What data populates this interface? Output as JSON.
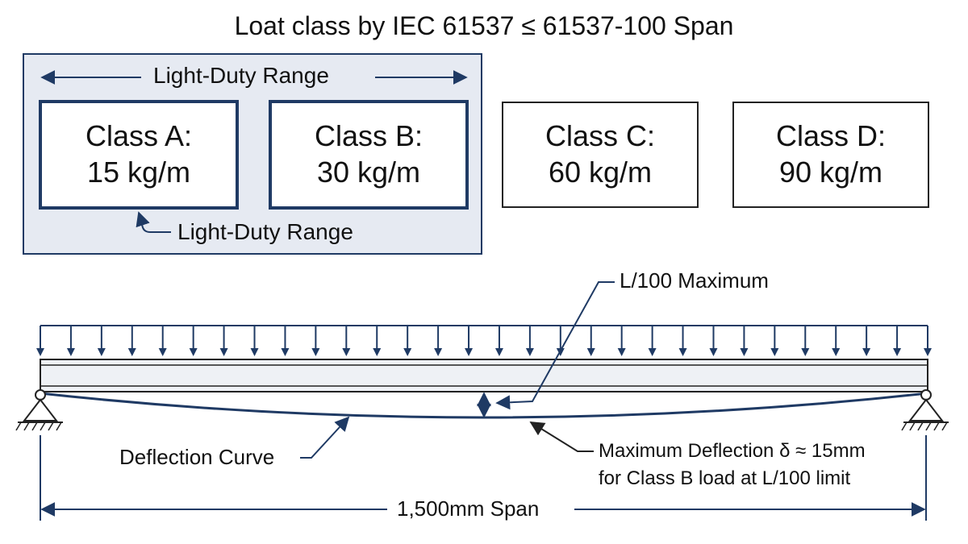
{
  "title": "Loat class by IEC 61537 ≤ 61537-100 Span",
  "light_range": {
    "top_label": "Light-Duty Range",
    "bottom_label": "Light-Duty Range"
  },
  "classes": [
    {
      "name": "Class A:",
      "load": "15 kg/m"
    },
    {
      "name": "Class B:",
      "load": "30 kg/m"
    },
    {
      "name": "Class C:",
      "load": "60 kg/m"
    },
    {
      "name": "Class D:",
      "load": "90 kg/m"
    }
  ],
  "beam": {
    "max_label": "L/100 Maximum",
    "curve_label": "Deflection Curve",
    "deflection_line1": "Maximum Deflection δ ≈ 15mm",
    "deflection_line2": "for Class B load at L/100 limit",
    "span_label": "1,500mm Span",
    "load_arrow_count": 30
  },
  "colors": {
    "accent": "#1f3a64",
    "panel_fill": "#e6eaf2",
    "beam_fill": "#eef1f5"
  }
}
